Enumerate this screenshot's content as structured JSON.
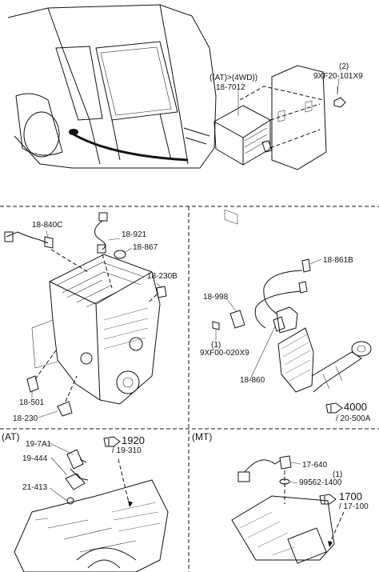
{
  "section_labels": {
    "at": "(AT)",
    "mt": "(MT)"
  },
  "top": {
    "module_note": "((AT)>(4WD))",
    "module_part": "18-7012",
    "bolt_qty": "(2)",
    "bolt_part": "9XF20-101X9"
  },
  "engine": {
    "p1": "18-840C",
    "p2": "18-921",
    "p3": "18-867",
    "p4": "18-230B",
    "p5": "18-501",
    "p6": "18-230"
  },
  "exhaust": {
    "p1": "18-861B",
    "p2": "18-998",
    "bolt_qty": "(1)",
    "bolt_part": "9XF00-020X9",
    "p3": "18-860",
    "ref_num": "4000",
    "ref_sub": "/ 20-500A"
  },
  "at": {
    "p1": "19-7A1",
    "p2": "19-444",
    "p3": "21-413",
    "ref_num": "1920",
    "ref_sub": "/ 19-310"
  },
  "mt": {
    "p1": "17-640",
    "qty": "(1)",
    "p2": "99562-1400",
    "ref_num": "1700",
    "ref_sub": "/ 17-100"
  },
  "icons": [
    "hand-pointer-icon"
  ]
}
